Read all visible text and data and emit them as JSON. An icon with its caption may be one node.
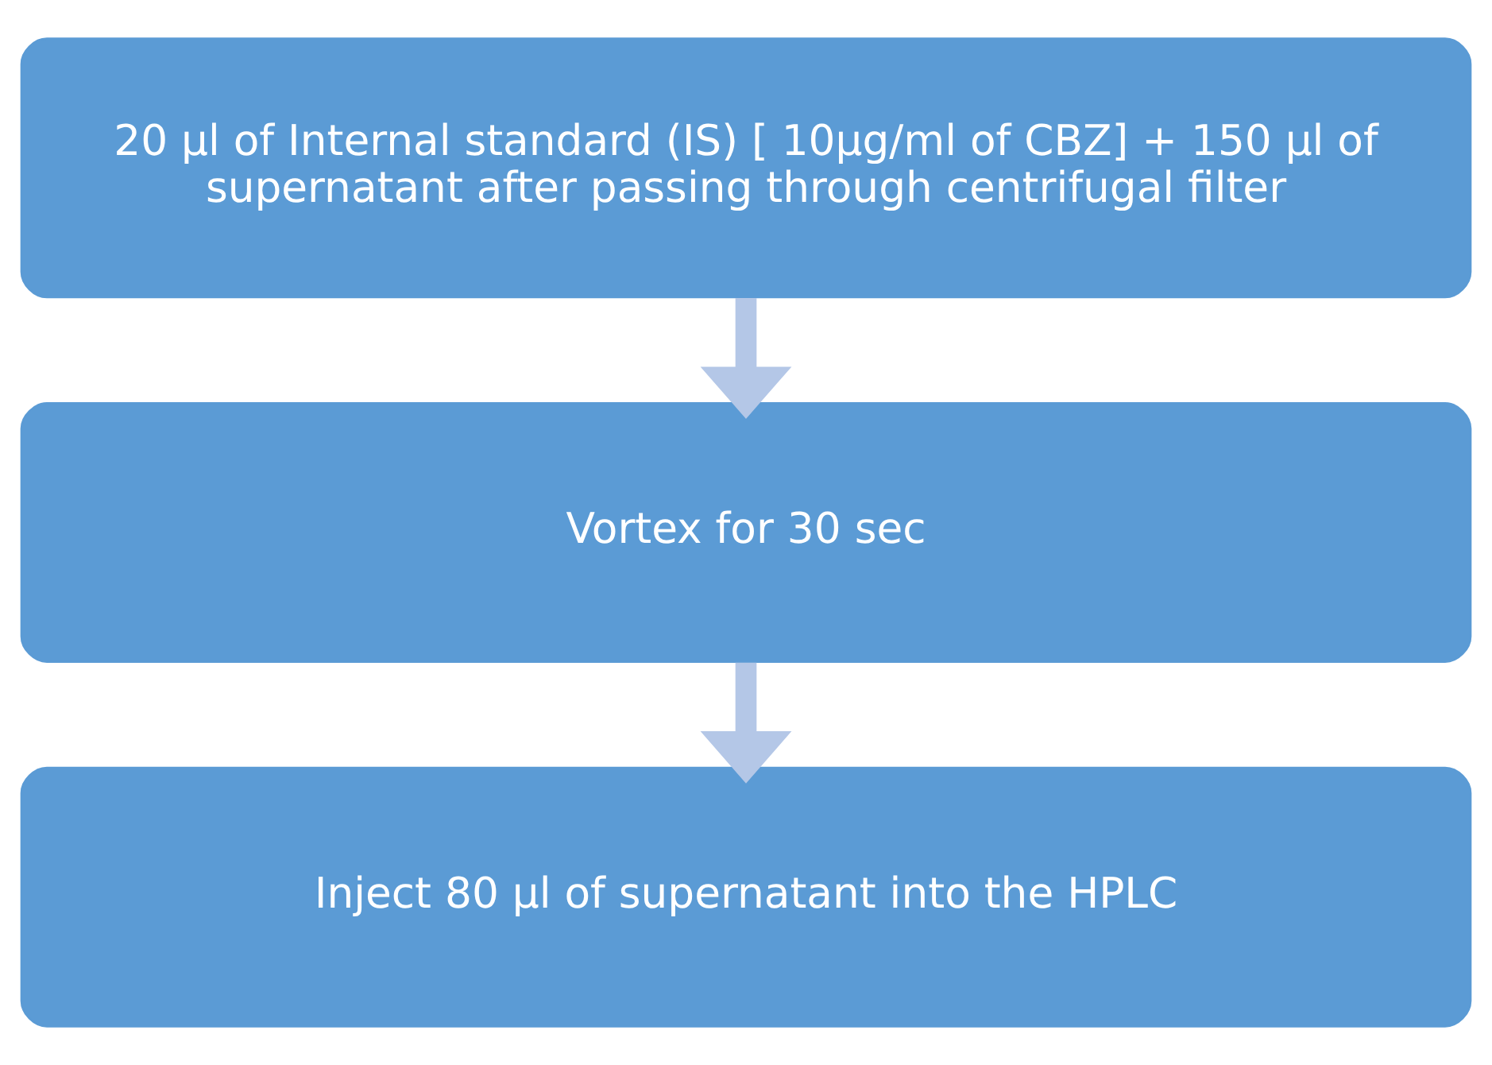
{
  "diagram": {
    "nodes": [
      {
        "text": [
          "20 µl of Internal standard (IS) [ 10µg/ml of CBZ] + 150 µl of supernatant after passing through centrifugal filter"
        ]
      },
      {
        "text": [
          "Vortex for 30 sec"
        ]
      },
      {
        "text": [
          "Inject 80 µl of supernatant into the HPLC"
        ]
      }
    ],
    "edges": [
      {
        "from": 0,
        "to": 1,
        "arrow": "to"
      },
      {
        "from": 1,
        "to": 2,
        "arrow": "to"
      }
    ]
  }
}
